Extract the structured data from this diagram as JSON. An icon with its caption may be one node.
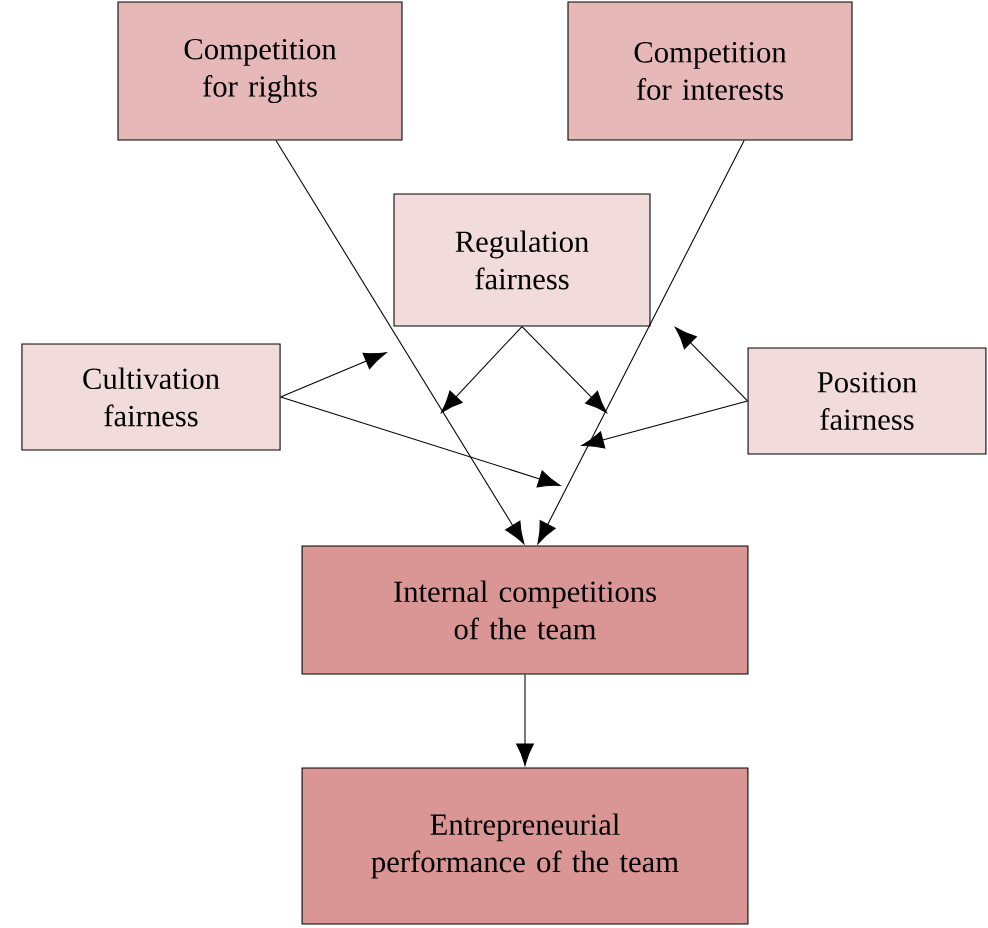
{
  "diagram": {
    "nodes": [
      {
        "text": [
          "Competition for rights"
        ]
      },
      {
        "text": [
          "Competition for interests"
        ]
      },
      {
        "text": [
          "Regulation fairness"
        ]
      },
      {
        "text": [
          "Cultivation fairness"
        ]
      },
      {
        "text": [
          "Position fairness"
        ]
      },
      {
        "text": [
          "Internal competitions of the team"
        ]
      },
      {
        "text": [
          "Entrepreneurial performance of the team"
        ]
      }
    ],
    "edges": [
      {
        "from": 0,
        "to": 5,
        "arrow": "to"
      },
      {
        "from": 1,
        "to": 5,
        "arrow": "to"
      },
      {
        "from": 3,
        "to": null,
        "arrow": "to"
      },
      {
        "from": 3,
        "to": null,
        "arrow": "to"
      },
      {
        "from": 2,
        "to": null,
        "arrow": "to"
      },
      {
        "from": 2,
        "to": null,
        "arrow": "to"
      },
      {
        "from": 4,
        "to": null,
        "arrow": "to"
      },
      {
        "from": 4,
        "to": null,
        "arrow": "to"
      },
      {
        "from": 5,
        "to": 6,
        "arrow": "to"
      }
    ]
  }
}
